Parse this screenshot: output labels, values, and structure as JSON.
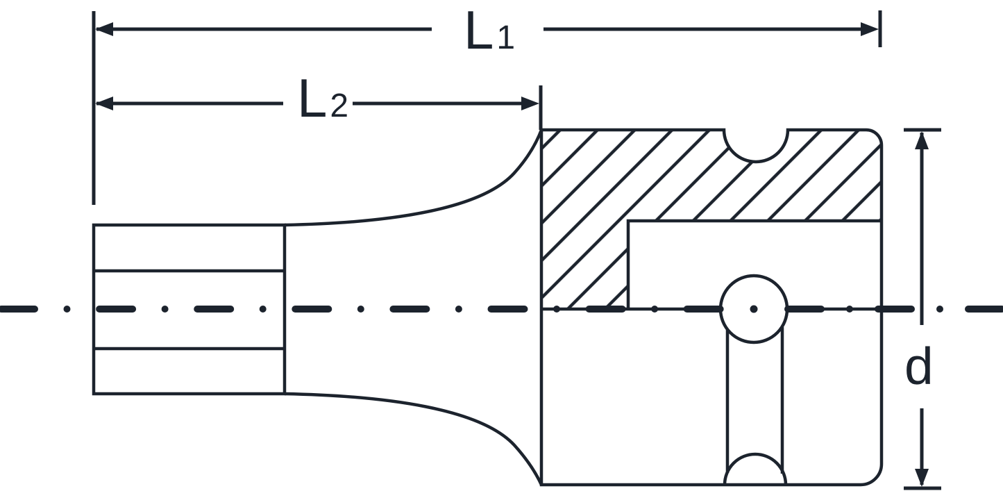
{
  "colors": {
    "ink": "#1c232d",
    "paper": "#ffffff"
  },
  "labels": {
    "l1_base": "L",
    "l1_sub": "1",
    "l2_base": "L",
    "l2_sub": "2",
    "d": "d"
  }
}
